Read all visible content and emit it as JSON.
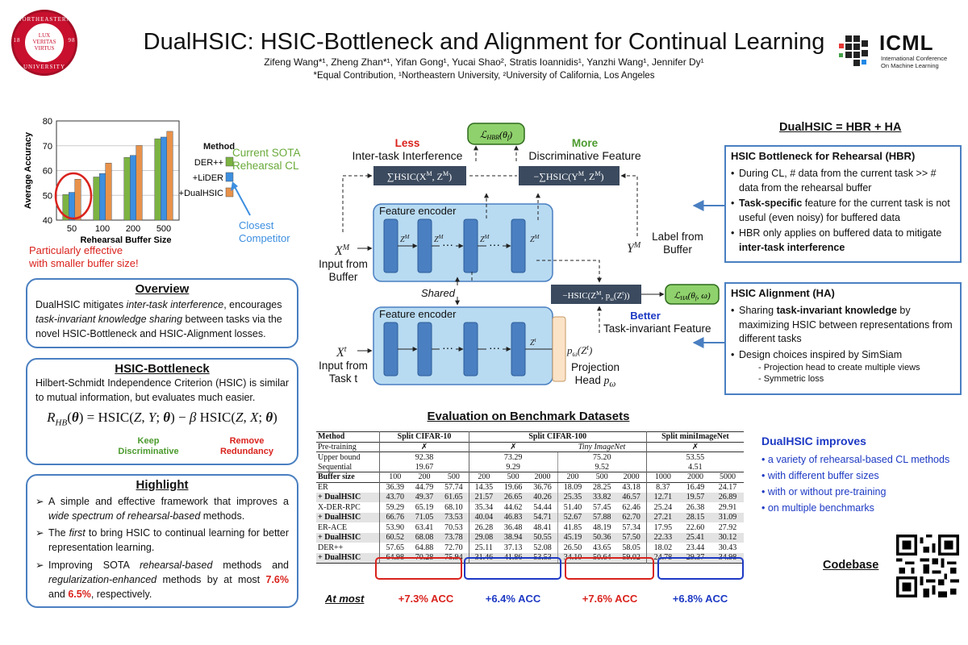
{
  "header": {
    "university_ring_top": "NORTHEASTERN",
    "university_ring_bottom": "UNIVERSITY",
    "university_motto": "LUX VERITAS VIRTUS",
    "university_year_left": "18",
    "university_year_right": "98",
    "title": "DualHSIC: HSIC-Bottleneck and Alignment for Continual Learning",
    "authors": "Zifeng Wang*¹, Zheng Zhan*¹, Yifan Gong¹, Yucai Shao², Stratis Ioannidis¹, Yanzhi Wang¹, Jennifer Dy¹",
    "affiliations": "*Equal Contribution, ¹Northeastern University,  ²University of California, Los Angeles",
    "conf_name": "ICML",
    "conf_sub_1": "International Conference",
    "conf_sub_2": "On Machine Learning"
  },
  "colors": {
    "accent_blue": "#4a7fc1",
    "red": "#d9221c",
    "green": "#4b9a2d",
    "legend_green": "#7cb342",
    "legend_blue": "#3d8fe0",
    "legend_orange": "#e8924a"
  },
  "chart_data": {
    "type": "bar",
    "categories": [
      "50",
      "100",
      "200",
      "500"
    ],
    "series": [
      {
        "name": "DER++",
        "values": [
          50.3,
          57.4,
          65.3,
          72.8
        ]
      },
      {
        "name": "+LiDER",
        "values": [
          51.2,
          58.8,
          66.1,
          73.5
        ]
      },
      {
        "name": "+DualHSIC",
        "values": [
          56.5,
          63.0,
          70.1,
          75.8
        ]
      }
    ],
    "xlabel": "Rehearsal Buffer Size",
    "ylabel": "Average Accuracy",
    "ylim": [
      40,
      80
    ],
    "yticks": [
      "40",
      "50",
      "60",
      "70",
      "80"
    ],
    "legend_title": "Method",
    "legend_position": "right",
    "grid": true
  },
  "chart_notes": {
    "sota_1": "Current SOTA",
    "sota_2": "Rehearsal CL",
    "closest_1": "Closest",
    "closest_2": "Competitor",
    "effective_1": "Particularly effective",
    "effective_2": "with smaller buffer size!"
  },
  "overview": {
    "title": "Overview",
    "text_html": "DualHSIC mitigates <i>inter-task interference</i>, encourages <i>task-invariant knowledge sharing</i> between tasks via the novel HSIC-Bottleneck and HSIC-Alignment losses."
  },
  "hsic_bottleneck": {
    "title": "HSIC-Bottleneck",
    "text": "Hilbert-Schmidt Independence Criterion (HSIC) is similar to mutual information, but evaluates much easier.",
    "keep_1": "Keep",
    "keep_2": "Discriminative",
    "remove_1": "Remove",
    "remove_2": "Redundancy"
  },
  "highlight": {
    "title": "Highlight",
    "bullet_1_html": "A simple and effective framework that improves a <i>wide spectrum of rehearsal-based</i> methods.",
    "bullet_2_html": "The <i>first</i> to bring HSIC to continual learning for better representation learning.",
    "bullet_3_html": "Improving SOTA <i>rehearsal-based</i> methods and <i>regularization-enhanced</i> methods by at most <b style=\"color:#d9221c\">7.6%</b> and <b style=\"color:#d9221c\">6.5%</b>, respectively."
  },
  "diagram": {
    "less": "Less",
    "inter_task": "Inter-task Interference",
    "more": "More",
    "discriminative": "Discriminative Feature",
    "feature_encoder_top": "Feature encoder",
    "feature_encoder_bottom": "Feature encoder",
    "shared": "Shared",
    "input_buffer_1": "Input from",
    "input_buffer_2": "Buffer",
    "input_task_1": "Input from",
    "input_task_2": "Task t",
    "label_1": "Label from",
    "label_2": "Buffer",
    "better": "Better",
    "task_invariant": "Task-invariant Feature",
    "projection_1": "Projection",
    "projection_2": "Head"
  },
  "hbr": {
    "header": "DualHSIC = HBR + HA",
    "title": "HSIC Bottleneck for Rehearsal (HBR)",
    "b1": "During CL, # data from the current task >> # data from the rehearsal buffer",
    "b2_html": "<b>Task-specific</b> feature for the current task is not useful (even noisy) for buffered data",
    "b3_html": "HBR only applies on buffered data to mitigate <b>inter-task interference</b>"
  },
  "ha": {
    "title": "HSIC Alignment (HA)",
    "b1_html": "Sharing <b>task-invariant knowledge</b> by maximizing HSIC between representations from different tasks",
    "b2": "Design choices inspired by SimSiam",
    "s1": "- Projection head to create multiple views",
    "s2": "- Symmetric loss"
  },
  "evaluation": {
    "title": "Evaluation on Benchmark Datasets",
    "col_method": "Method",
    "datasets": [
      "Split CIFAR-10",
      "Split CIFAR-100",
      "Split miniImageNet"
    ],
    "pretrain_label": "Pre-training",
    "pretrain": [
      "✗",
      "✗",
      "Tiny ImageNet",
      "✗"
    ],
    "upper_label": "Upper bound",
    "sequential_label": "Sequential",
    "upper": [
      "92.38",
      "73.29",
      "75.20",
      "53.55"
    ],
    "sequential": [
      "19.67",
      "9.29",
      "9.52",
      "4.51"
    ],
    "buffer_label": "Buffer size",
    "buffers": [
      "100",
      "200",
      "500",
      "200",
      "500",
      "2000",
      "200",
      "500",
      "2000",
      "1000",
      "2000",
      "5000"
    ],
    "rows": [
      {
        "method": "ER",
        "vals": [
          "36.39",
          "44.79",
          "57.74",
          "14.35",
          "19.66",
          "36.76",
          "18.09",
          "28.25",
          "43.18",
          "8.37",
          "16.49",
          "24.17"
        ]
      },
      {
        "method": "+ DualHSIC",
        "vals": [
          "43.70",
          "49.37",
          "61.65",
          "21.57",
          "26.65",
          "40.26",
          "25.35",
          "33.82",
          "46.57",
          "12.71",
          "19.57",
          "26.89"
        ]
      },
      {
        "method": "X-DER-RPC",
        "vals": [
          "59.29",
          "65.19",
          "68.10",
          "35.34",
          "44.62",
          "54.44",
          "51.40",
          "57.45",
          "62.46",
          "25.24",
          "26.38",
          "29.91"
        ]
      },
      {
        "method": "+ DualHSIC",
        "vals": [
          "66.76",
          "71.05",
          "73.53",
          "40.04",
          "46.83",
          "54.71",
          "52.67",
          "57.88",
          "62.70",
          "27.21",
          "28.15",
          "31.09"
        ]
      },
      {
        "method": "ER-ACE",
        "vals": [
          "53.90",
          "63.41",
          "70.53",
          "26.28",
          "36.48",
          "48.41",
          "41.85",
          "48.19",
          "57.34",
          "17.95",
          "22.60",
          "27.92"
        ]
      },
      {
        "method": "+ DualHSIC",
        "vals": [
          "60.52",
          "68.08",
          "73.78",
          "29.08",
          "38.94",
          "50.55",
          "45.19",
          "50.36",
          "57.50",
          "22.33",
          "25.41",
          "30.12"
        ]
      },
      {
        "method": "DER++",
        "vals": [
          "57.65",
          "64.88",
          "72.70",
          "25.11",
          "37.13",
          "52.08",
          "26.50",
          "43.65",
          "58.05",
          "18.02",
          "23.44",
          "30.43"
        ]
      },
      {
        "method": "+ DualHSIC",
        "vals": [
          "64.98",
          "70.28",
          "75.94",
          "31.46",
          "41.86",
          "53.53",
          "34.10",
          "50.64",
          "59.02",
          "24.78",
          "29.37",
          "34.98"
        ]
      }
    ],
    "at_most": "At most",
    "gains": [
      "+7.3% ACC",
      "+6.4% ACC",
      "+7.6% ACC",
      "+6.8% ACC"
    ]
  },
  "improves": {
    "title": "DualHSIC improves",
    "items": [
      "a variety of rehearsal-based CL methods",
      "with different buffer sizes",
      "with or without pre-training",
      "on multiple benchmarks"
    ]
  },
  "codebase": "Codebase"
}
